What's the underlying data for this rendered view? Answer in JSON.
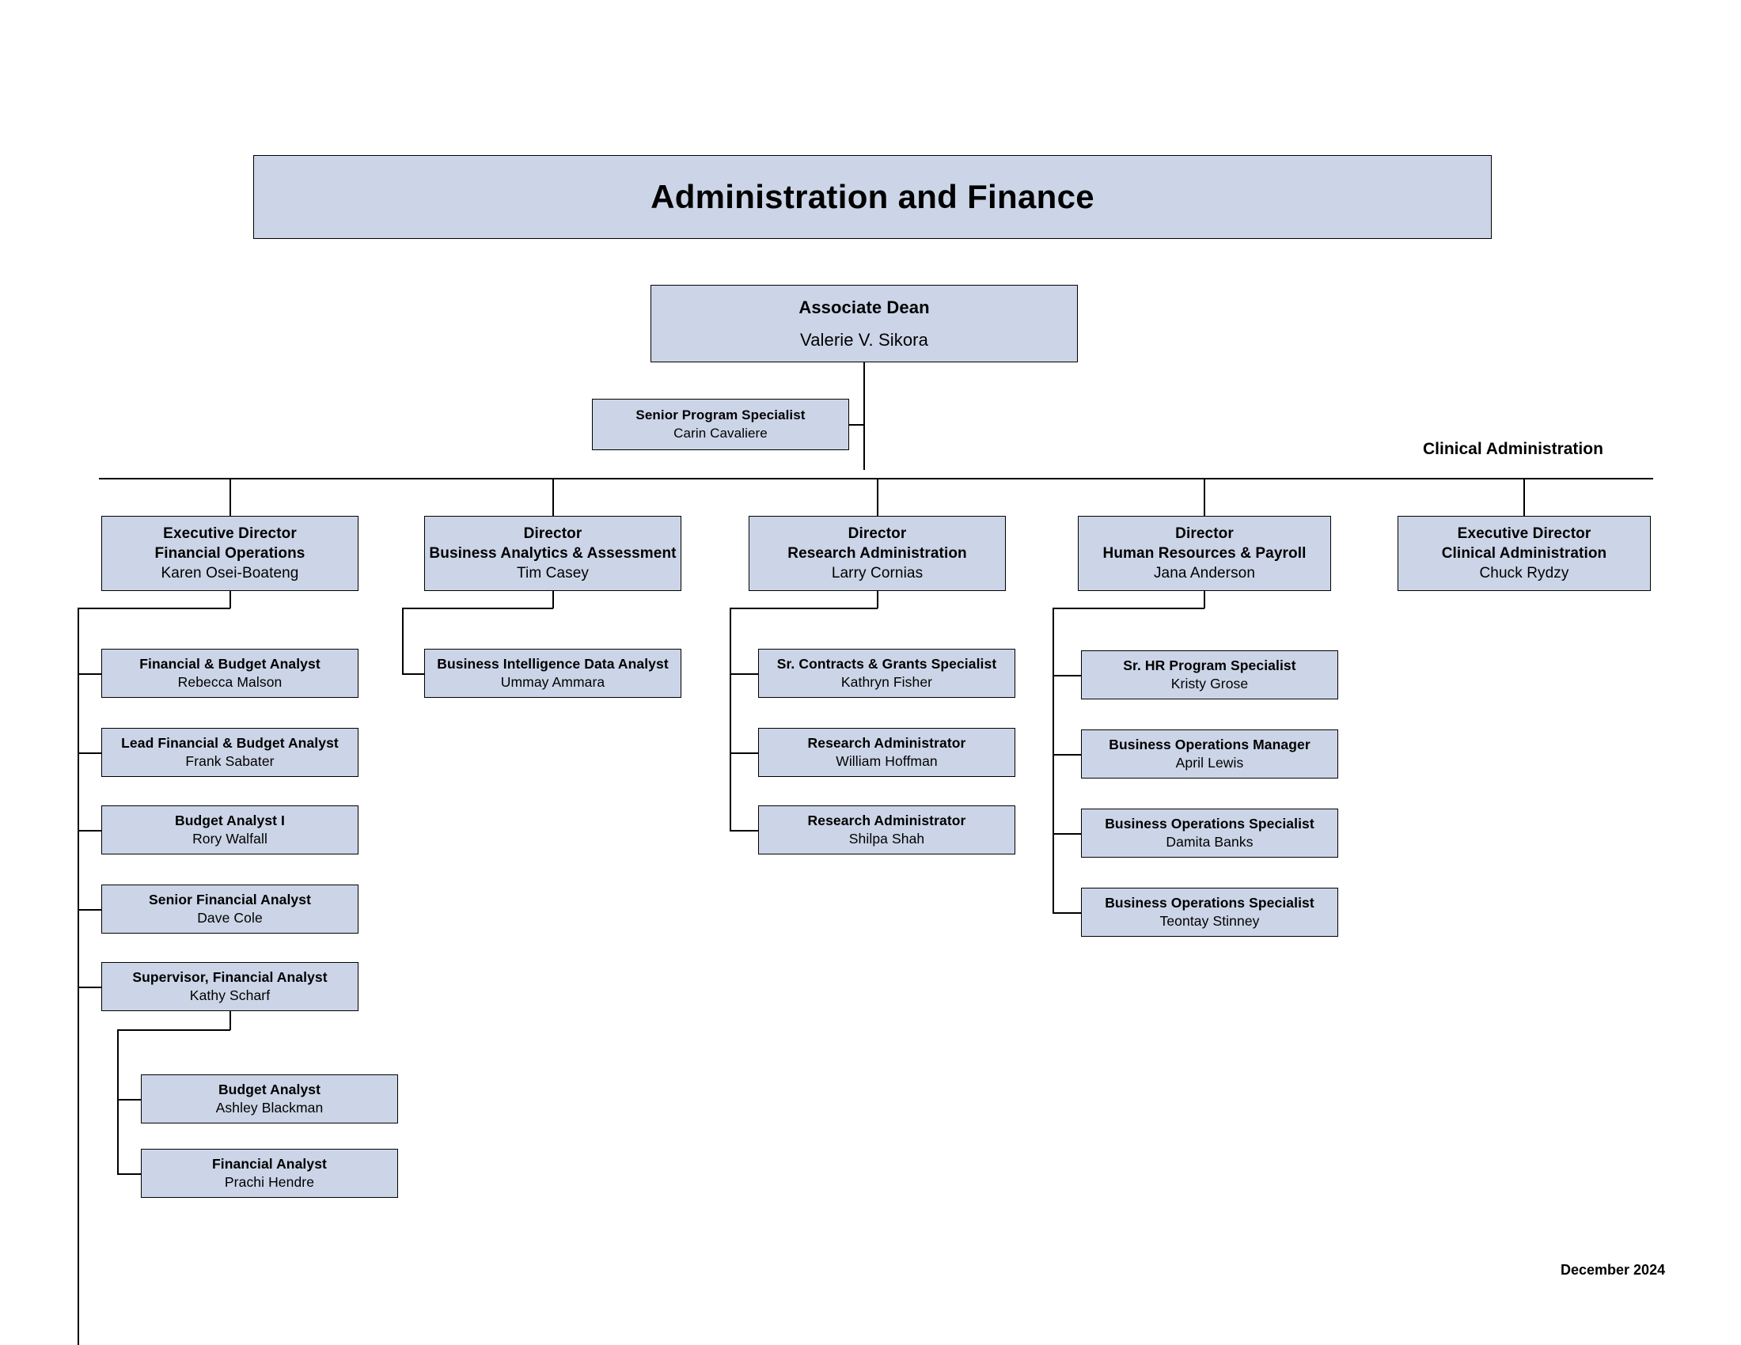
{
  "chart": {
    "title": "Administration and Finance",
    "date_label": "December 2024",
    "section_label": "Clinical Administration",
    "box_fill_color": "#ccd5e7",
    "box_border_color": "#000000",
    "background_color": "#ffffff"
  },
  "root": {
    "title": "Associate Dean",
    "person": "Valerie V. Sikora"
  },
  "assistant": {
    "title": "Senior Program Specialist",
    "person": "Carin Cavaliere"
  },
  "directors": [
    {
      "title": "Executive Director",
      "subtitle": "Financial Operations",
      "person": "Karen Osei-Boateng"
    },
    {
      "title": "Director",
      "subtitle": "Business Analytics & Assessment",
      "person": "Tim Casey"
    },
    {
      "title": "Director",
      "subtitle": "Research Administration",
      "person": "Larry Cornias"
    },
    {
      "title": "Director",
      "subtitle": "Human Resources & Payroll",
      "person": "Jana Anderson"
    },
    {
      "title": "Executive Director",
      "subtitle": "Clinical Administration",
      "person": "Chuck Rydzy"
    }
  ],
  "financial_operations_staff": [
    {
      "title": "Financial & Budget Analyst",
      "person": "Rebecca Malson"
    },
    {
      "title": "Lead Financial & Budget Analyst",
      "person": "Frank Sabater"
    },
    {
      "title": "Budget Analyst I",
      "person": "Rory Walfall"
    },
    {
      "title": "Senior Financial Analyst",
      "person": "Dave Cole"
    },
    {
      "title": "Supervisor, Financial Analyst",
      "person": "Kathy Scharf"
    }
  ],
  "supervisor_financial_analyst_staff": [
    {
      "title": "Budget Analyst",
      "person": "Ashley Blackman"
    },
    {
      "title": "Financial Analyst",
      "person": "Prachi Hendre"
    }
  ],
  "business_analytics_staff": [
    {
      "title": "Business Intelligence Data Analyst",
      "person": "Ummay Ammara"
    }
  ],
  "research_administration_staff": [
    {
      "title": "Sr. Contracts & Grants Specialist",
      "person": "Kathryn Fisher"
    },
    {
      "title": "Research Administrator",
      "person": "William Hoffman"
    },
    {
      "title": "Research Administrator",
      "person": "Shilpa Shah"
    }
  ],
  "human_resources_staff": [
    {
      "title": "Sr. HR Program Specialist",
      "person": "Kristy Grose"
    },
    {
      "title": "Business Operations Manager",
      "person": "April Lewis"
    },
    {
      "title": "Business Operations Specialist",
      "person": "Damita Banks"
    },
    {
      "title": "Business Operations Specialist",
      "person": "Teontay Stinney"
    }
  ],
  "clinical_administration_staff": []
}
